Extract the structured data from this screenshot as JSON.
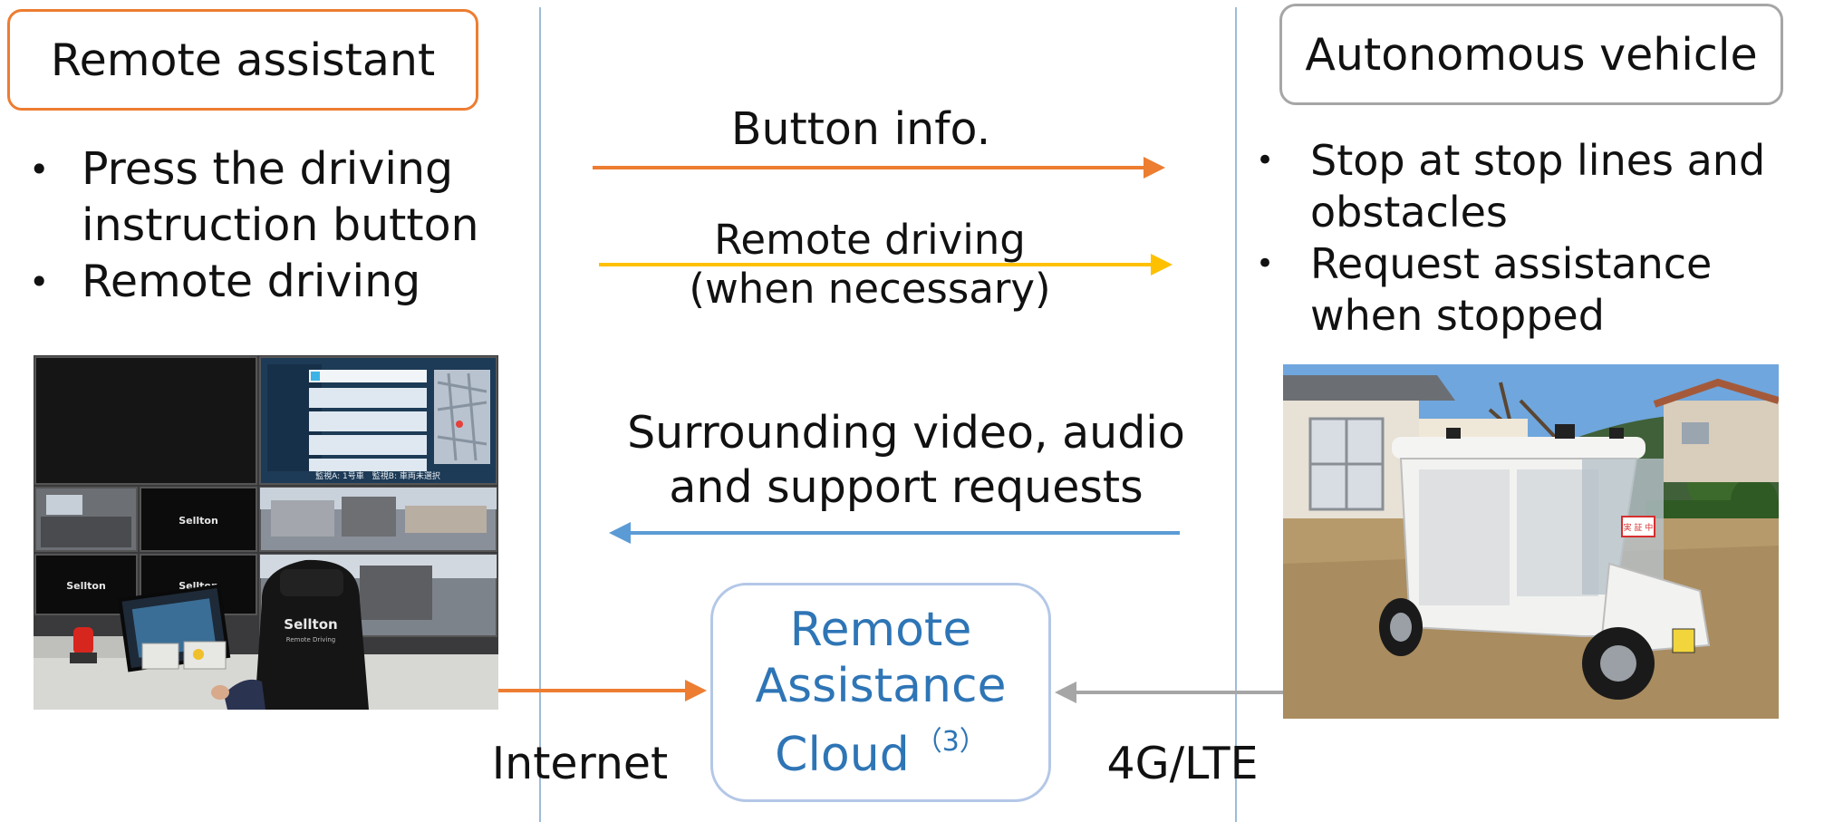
{
  "remote_assistant": {
    "title": "Remote assistant",
    "bullets": [
      "Press the driving instruction button",
      "Remote driving"
    ]
  },
  "autonomous_vehicle": {
    "title": "Autonomous vehicle",
    "bullets": [
      "Stop at stop lines and obstacles",
      "Request assistance when stopped"
    ]
  },
  "arrows": {
    "button_info": "Button info.",
    "remote_driving_line1": "Remote driving",
    "remote_driving_line2": "(when necessary)",
    "surrounding_line1": "Surrounding video, audio",
    "surrounding_line2": "and support requests"
  },
  "cloud": {
    "line1": "Remote",
    "line2": "Assistance",
    "line3": "Cloud",
    "note": "（3）"
  },
  "links": {
    "internet": "Internet",
    "lte": "4G/LTE"
  },
  "photo_text": {
    "brand": "Sellton",
    "chair_sub": "Remote Driving",
    "monitor_caption": "監視A: 1号車　監視B: 車両未選択",
    "vehicle_sign": "実 証 中"
  },
  "colors": {
    "assistant_border": "#ed7d31",
    "vehicle_border": "#a6a6a6",
    "cloud_border": "#b4c7e7",
    "cloud_text": "#2e75b6",
    "button_arrow": "#ed7d31",
    "remote_driving_arrow": "#ffc000",
    "support_arrow": "#5b9bd5",
    "internet_arrow": "#ed7d31",
    "lte_arrow": "#a6a6a6",
    "divider": "#9dbbd8"
  }
}
